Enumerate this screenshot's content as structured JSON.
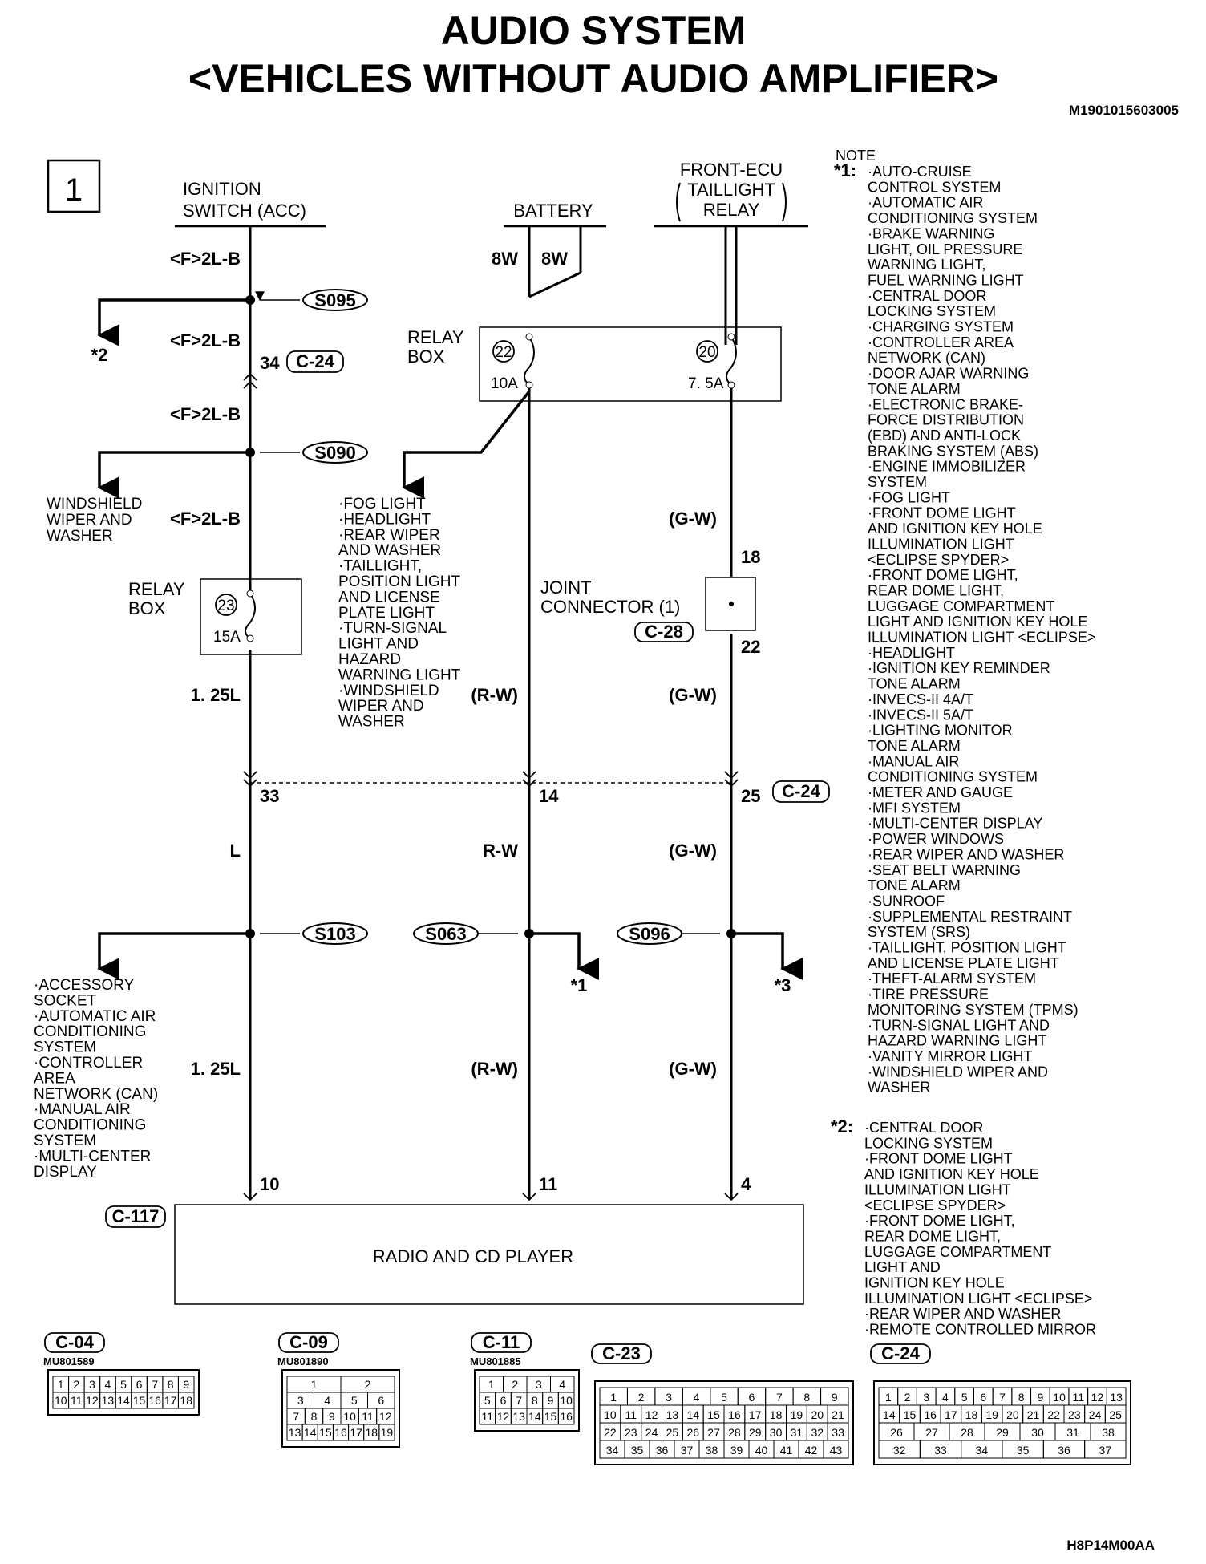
{
  "header": {
    "title_line1": "AUDIO SYSTEM",
    "title_line2": "<VEHICLES WITHOUT AUDIO AMPLIFIER>",
    "doc_id": "M1901015603005",
    "page_number": "1",
    "footer_code": "H8P14M00AA"
  },
  "sources": {
    "ignition_line1": "IGNITION",
    "ignition_line2": "SWITCH (ACC)",
    "battery": "BATTERY",
    "front_ecu_line1": "FRONT-ECU",
    "front_ecu_line2": "TAILLIGHT",
    "front_ecu_line3": "RELAY"
  },
  "relay_box": {
    "label_line1": "RELAY",
    "label_line2": "BOX",
    "fuses": [
      {
        "number": "22",
        "rating": "10A"
      },
      {
        "number": "20",
        "rating": "7. 5A"
      },
      {
        "number": "23",
        "rating": "15A"
      }
    ]
  },
  "wires": {
    "f_2lb": "<F>2L-B",
    "w8": "8W",
    "gw": "(G-W)",
    "rw": "(R-W)",
    "rw_plain": "R-W",
    "gw_plain": "(G-W)",
    "l125": "1. 25L",
    "l": "L"
  },
  "splices": [
    "S095",
    "S090",
    "S103",
    "S063",
    "S096"
  ],
  "connectors": {
    "c24": "C-24",
    "c28": "C-28",
    "c117": "C-117",
    "pin34": "34",
    "pin33": "33",
    "pin14": "14",
    "pin25": "25",
    "pin18": "18",
    "pin22": "22",
    "pin10": "10",
    "pin11": "11",
    "pin4": "4"
  },
  "joint_connector_line1": "JOINT",
  "joint_connector_line2": "CONNECTOR (1)",
  "radio_label": "RADIO AND CD PLAYER",
  "refs": {
    "ref1": "*1",
    "ref2": "*2",
    "ref3": "*3"
  },
  "branch_lists": {
    "windshield": [
      "WINDSHIELD",
      "WIPER AND",
      "WASHER"
    ],
    "relay_outputs": [
      "·FOG LIGHT",
      "·HEADLIGHT",
      "·REAR WIPER",
      " AND WASHER",
      "·TAILLIGHT,",
      " POSITION LIGHT",
      " AND LICENSE",
      " PLATE LIGHT",
      "·TURN-SIGNAL",
      " LIGHT AND",
      " HAZARD",
      " WARNING LIGHT",
      "·WINDSHIELD",
      " WIPER AND",
      " WASHER"
    ],
    "accessory": [
      "·ACCESSORY",
      " SOCKET",
      "·AUTOMATIC AIR",
      " CONDITIONING",
      " SYSTEM",
      "·CONTROLLER",
      " AREA",
      " NETWORK (CAN)",
      "·MANUAL AIR",
      " CONDITIONING",
      " SYSTEM",
      "·MULTI-CENTER",
      " DISPLAY"
    ]
  },
  "notes": {
    "heading": "NOTE",
    "n1_mark": "*1:",
    "n1_lines": [
      "·AUTO-CRUISE",
      " CONTROL SYSTEM",
      "·AUTOMATIC AIR",
      " CONDITIONING SYSTEM",
      "·BRAKE WARNING",
      " LIGHT, OIL PRESSURE",
      " WARNING LIGHT,",
      " FUEL WARNING LIGHT",
      "·CENTRAL DOOR",
      " LOCKING SYSTEM",
      "·CHARGING SYSTEM",
      "·CONTROLLER AREA",
      " NETWORK (CAN)",
      "·DOOR AJAR WARNING",
      " TONE ALARM",
      "·ELECTRONIC BRAKE-",
      " FORCE DISTRIBUTION",
      " (EBD) AND ANTI-LOCK",
      " BRAKING SYSTEM (ABS)",
      "·ENGINE IMMOBILIZER",
      " SYSTEM",
      "·FOG LIGHT",
      "·FRONT DOME LIGHT",
      " AND IGNITION KEY HOLE",
      " ILLUMINATION LIGHT",
      " <ECLIPSE SPYDER>",
      "·FRONT DOME LIGHT,",
      " REAR DOME LIGHT,",
      " LUGGAGE COMPARTMENT",
      " LIGHT AND IGNITION KEY HOLE",
      " ILLUMINATION LIGHT <ECLIPSE>",
      "·HEADLIGHT",
      "·IGNITION KEY REMINDER",
      " TONE ALARM",
      "·INVECS-II 4A/T",
      "·INVECS-II 5A/T",
      "·LIGHTING MONITOR",
      " TONE ALARM",
      "·MANUAL AIR",
      " CONDITIONING SYSTEM",
      "·METER AND GAUGE",
      "·MFI SYSTEM",
      "·MULTI-CENTER DISPLAY",
      "·POWER WINDOWS",
      "·REAR WIPER AND WASHER",
      "·SEAT BELT WARNING",
      " TONE ALARM",
      "·SUNROOF",
      "·SUPPLEMENTAL RESTRAINT",
      " SYSTEM (SRS)",
      "·TAILLIGHT, POSITION LIGHT",
      " AND LICENSE PLATE LIGHT",
      "·THEFT-ALARM SYSTEM",
      "·TIRE PRESSURE",
      " MONITORING SYSTEM (TPMS)",
      "·TURN-SIGNAL LIGHT AND",
      " HAZARD WARNING LIGHT",
      "·VANITY MIRROR LIGHT",
      "·WINDSHIELD WIPER AND",
      " WASHER"
    ],
    "n2_mark": "*2:",
    "n2_lines": [
      "·CENTRAL DOOR",
      " LOCKING SYSTEM",
      "·FRONT DOME LIGHT",
      " AND IGNITION KEY HOLE",
      " ILLUMINATION LIGHT",
      " <ECLIPSE SPYDER>",
      "·FRONT DOME LIGHT,",
      " REAR DOME LIGHT,",
      " LUGGAGE COMPARTMENT",
      " LIGHT AND",
      " IGNITION KEY HOLE",
      " ILLUMINATION LIGHT <ECLIPSE>",
      "·REAR WIPER AND WASHER",
      "·REMOTE CONTROLLED MIRROR"
    ]
  },
  "connector_views": [
    {
      "id": "C-04",
      "part": "MU801589",
      "rows": [
        [
          "1",
          "2",
          "3",
          "4",
          "5",
          "6",
          "7",
          "8",
          "9"
        ],
        [
          "10",
          "11",
          "12",
          "13",
          "14",
          "15",
          "16",
          "17",
          "18"
        ]
      ]
    },
    {
      "id": "C-09",
      "part": "MU801890",
      "rows": [
        [
          "1",
          "2"
        ],
        [
          "3",
          "4",
          "5",
          "6"
        ],
        [
          "7",
          "8",
          "9",
          "10",
          "11",
          "12"
        ],
        [
          "13",
          "14",
          "15",
          "16",
          "17",
          "18",
          "19"
        ]
      ]
    },
    {
      "id": "C-11",
      "part": "MU801885",
      "rows": [
        [
          "1",
          "2",
          "3",
          "4"
        ],
        [
          "5",
          "6",
          "7",
          "8",
          "9",
          "10"
        ],
        [
          "11",
          "12",
          "13",
          "14",
          "15",
          "16"
        ]
      ]
    },
    {
      "id": "C-23",
      "part": "",
      "rows": [
        [
          "1",
          "2",
          "3",
          "4",
          "5",
          "6",
          "7",
          "8",
          "9"
        ],
        [
          "10",
          "11",
          "12",
          "13",
          "14",
          "15",
          "16",
          "17",
          "18",
          "19",
          "20",
          "21"
        ],
        [
          "22",
          "23",
          "24",
          "25",
          "26",
          "27",
          "28",
          "29",
          "30",
          "31",
          "32",
          "33"
        ],
        [
          "34",
          "35",
          "36",
          "37",
          "38",
          "39",
          "40",
          "41",
          "42",
          "43"
        ]
      ]
    },
    {
      "id": "C-24",
      "part": "",
      "rows": [
        [
          "1",
          "2",
          "3",
          "4",
          "5",
          "6",
          "7",
          "8",
          "9",
          "10",
          "11",
          "12",
          "13"
        ],
        [
          "14",
          "15",
          "16",
          "17",
          "18",
          "19",
          "20",
          "21",
          "22",
          "23",
          "24",
          "25"
        ],
        [
          "26",
          "27",
          "28",
          "29",
          "30",
          "31",
          "38"
        ],
        [
          "32",
          "33",
          "34",
          "35",
          "36",
          "37"
        ]
      ]
    }
  ]
}
